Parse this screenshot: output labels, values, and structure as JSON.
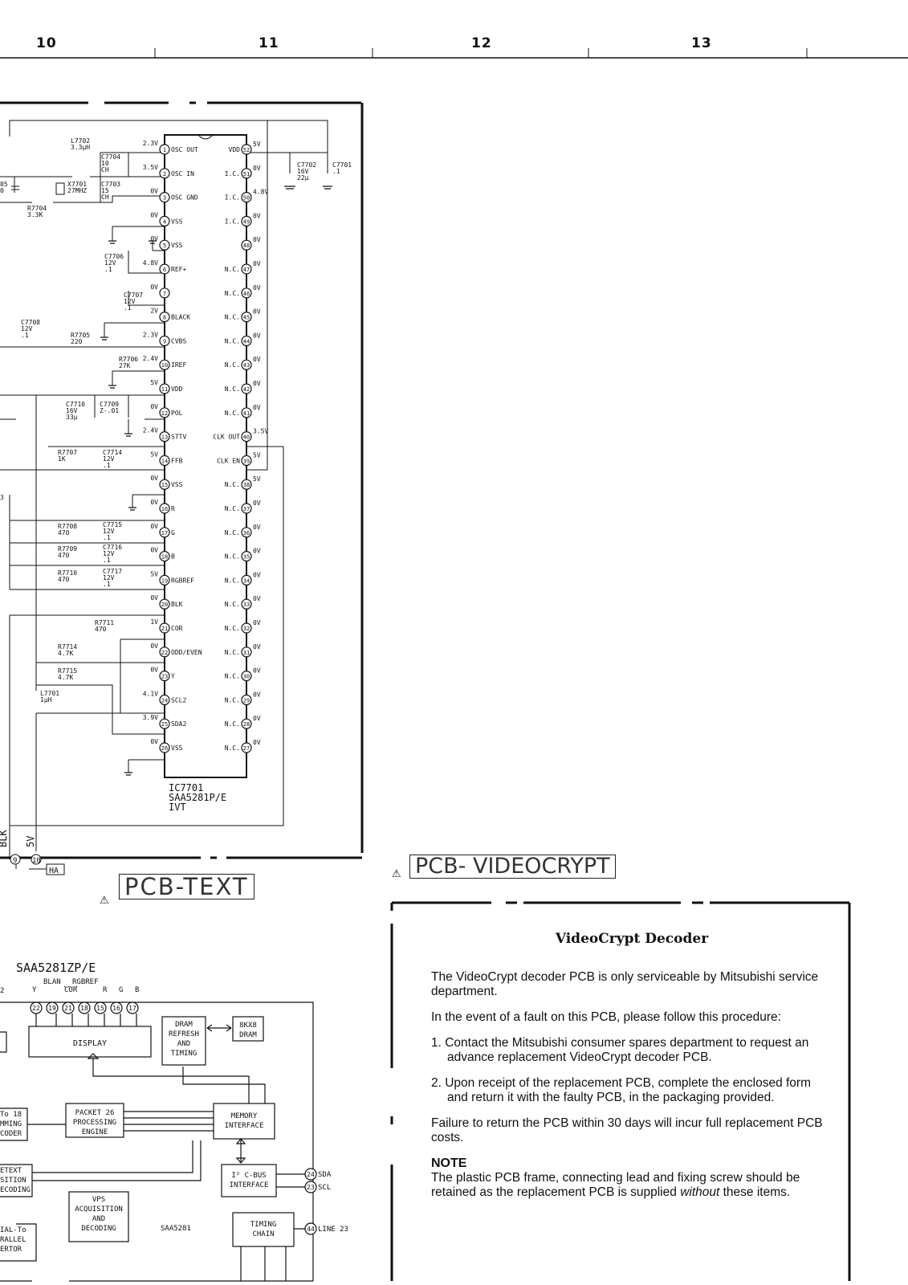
{
  "header": {
    "columns": [
      "10",
      "11",
      "12",
      "13"
    ]
  },
  "schematic": {
    "ic": {
      "ref": "IC7701",
      "part": "SAA5281P/E",
      "suffix": "IVT",
      "left_pins": [
        {
          "num": "1",
          "name": "OSC OUT",
          "v": "2.3V"
        },
        {
          "num": "2",
          "name": "OSC IN",
          "v": "3.5V"
        },
        {
          "num": "3",
          "name": "OSC GND",
          "v": "0V"
        },
        {
          "num": "4",
          "name": "VSS",
          "v": "0V"
        },
        {
          "num": "5",
          "name": "VSS",
          "v": "0V"
        },
        {
          "num": "6",
          "name": "REF+",
          "v": "4.8V"
        },
        {
          "num": "7",
          "name": "",
          "v": "0V"
        },
        {
          "num": "8",
          "name": "BLACK",
          "v": "2V"
        },
        {
          "num": "9",
          "name": "CVBS",
          "v": "2.3V"
        },
        {
          "num": "10",
          "name": "IREF",
          "v": "2.4V"
        },
        {
          "num": "11",
          "name": "VDD",
          "v": "5V"
        },
        {
          "num": "12",
          "name": "POL",
          "v": "0V"
        },
        {
          "num": "13",
          "name": "STTV",
          "v": "2.4V"
        },
        {
          "num": "14",
          "name": "FFB",
          "v": "5V"
        },
        {
          "num": "15",
          "name": "VSS",
          "v": "0V"
        },
        {
          "num": "16",
          "name": "R",
          "v": "0V"
        },
        {
          "num": "17",
          "name": "G",
          "v": "0V"
        },
        {
          "num": "18",
          "name": "B",
          "v": "0V"
        },
        {
          "num": "19",
          "name": "RGBREF",
          "v": "5V"
        },
        {
          "num": "20",
          "name": "BLK",
          "v": "0V"
        },
        {
          "num": "21",
          "name": "COR",
          "v": "1V"
        },
        {
          "num": "22",
          "name": "ODD/EVEN",
          "v": "0V"
        },
        {
          "num": "23",
          "name": "Y",
          "v": "0V"
        },
        {
          "num": "24",
          "name": "SCL2",
          "v": "4.1V"
        },
        {
          "num": "25",
          "name": "SDA2",
          "v": "3.9V"
        },
        {
          "num": "26",
          "name": "VSS",
          "v": "0V"
        }
      ],
      "right_pins": [
        {
          "num": "52",
          "name": "VDD",
          "v": "5V"
        },
        {
          "num": "51",
          "name": "I.C.",
          "v": "0V"
        },
        {
          "num": "50",
          "name": "I.C.",
          "v": "4.8V"
        },
        {
          "num": "49",
          "name": "I.C.",
          "v": "0V"
        },
        {
          "num": "48",
          "name": "",
          "v": "0V"
        },
        {
          "num": "47",
          "name": "N.C.",
          "v": "0V"
        },
        {
          "num": "46",
          "name": "N.C.",
          "v": "0V"
        },
        {
          "num": "45",
          "name": "N.C.",
          "v": "0V"
        },
        {
          "num": "44",
          "name": "N.C.",
          "v": "0V"
        },
        {
          "num": "43",
          "name": "N.C.",
          "v": "0V"
        },
        {
          "num": "42",
          "name": "N.C.",
          "v": "0V"
        },
        {
          "num": "41",
          "name": "N.C.",
          "v": "0V"
        },
        {
          "num": "40",
          "name": "CLK OUT",
          "v": "3.5V"
        },
        {
          "num": "39",
          "name": "CLK EN",
          "v": "5V"
        },
        {
          "num": "38",
          "name": "N.C.",
          "v": "5V"
        },
        {
          "num": "37",
          "name": "N.C.",
          "v": "0V"
        },
        {
          "num": "36",
          "name": "N.C.",
          "v": "0V"
        },
        {
          "num": "35",
          "name": "N.C.",
          "v": "0V"
        },
        {
          "num": "34",
          "name": "N.C.",
          "v": "0V"
        },
        {
          "num": "33",
          "name": "N.C.",
          "v": "0V"
        },
        {
          "num": "32",
          "name": "N.C.",
          "v": "0V"
        },
        {
          "num": "31",
          "name": "N.C.",
          "v": "0V"
        },
        {
          "num": "30",
          "name": "N.C.",
          "v": "0V"
        },
        {
          "num": "29",
          "name": "N.C.",
          "v": "0V"
        },
        {
          "num": "28",
          "name": "N.C.",
          "v": "0V"
        },
        {
          "num": "27",
          "name": "N.C.",
          "v": "0V"
        }
      ]
    },
    "components": {
      "l7702": [
        "L7702",
        "3.3μH"
      ],
      "c7704": [
        "C7704",
        "10",
        "CH"
      ],
      "c7703": [
        "C7703",
        "15",
        "CH"
      ],
      "x7701": [
        "X7701",
        "27MHZ"
      ],
      "r7704": [
        "R7704",
        "3.3K"
      ],
      "c_partial": [
        "05",
        "0"
      ],
      "c7702": [
        "C7702",
        "16V",
        "22μ"
      ],
      "c7701": [
        "C7701",
        ".1"
      ],
      "c7706": [
        "C7706",
        "12V",
        ".1"
      ],
      "c7707": [
        "C7707",
        "12V",
        ".1"
      ],
      "c7708": [
        "C7708",
        "12V",
        ".1"
      ],
      "r7705": [
        "R7705",
        "220"
      ],
      "r7706": [
        "R7706",
        "27K"
      ],
      "c7710": [
        "C7710",
        "16V",
        "33μ"
      ],
      "c7709": [
        "C7709",
        "Z-.01"
      ],
      "r7707": [
        "R7707",
        "1K"
      ],
      "c7714": [
        "C7714",
        "12V",
        ".1"
      ],
      "r7708": [
        "R7708",
        "470"
      ],
      "c7715": [
        "C7715",
        "12V",
        ".1"
      ],
      "r7709": [
        "R7709",
        "470"
      ],
      "c7716": [
        "C7716",
        "12V",
        ".1"
      ],
      "r7710": [
        "R7710",
        "470"
      ],
      "c7717": [
        "C7717",
        "12V",
        ".1"
      ],
      "r7711": [
        "R7711",
        "470"
      ],
      "r7714": [
        "R7714",
        "4.7K"
      ],
      "r7715": [
        "R7715",
        "4.7K"
      ],
      "l7701": [
        "L7701",
        "1μH"
      ],
      "r_partial": "3"
    },
    "connector": {
      "blk": "BLK",
      "v5": "5V",
      "pin9": "9",
      "pin10": "10",
      "ha": "HA"
    }
  },
  "labels": {
    "pcb_text": "PCB-TEXT",
    "pcb_videocrypt": "PCB- VIDEOCRYPT",
    "warning_icon": "⚠"
  },
  "block_diagram": {
    "title": "SAA5281ZP/E",
    "pin_names": [
      "Y",
      "BLAN",
      "COR",
      "RGBREF",
      "R",
      "G",
      "B"
    ],
    "top_pins": [
      "22",
      "19",
      "21",
      "18",
      "15",
      "16",
      "17"
    ],
    "lead_text": "2",
    "blocks": {
      "display": "DISPLAY",
      "dram_refresh": [
        "DRAM",
        "REFRESH",
        "AND",
        "TIMING"
      ],
      "dram": [
        "8KX8",
        "DRAM"
      ],
      "packet26": [
        "PACKET 26",
        "PROCESSING",
        "ENGINE"
      ],
      "memory": [
        "MEMORY",
        "INTERFACE"
      ],
      "i2c": [
        "I² C-BUS",
        "INTERFACE"
      ],
      "vps": [
        "VPS",
        "ACQUISITION",
        "AND",
        "DECODING"
      ],
      "timing": [
        "TIMING",
        "CHAIN"
      ],
      "chip_label": "SAA5281",
      "partial1": [
        "To 18",
        "MMING",
        "CODER"
      ],
      "partial2": [
        "ETEXT",
        "SITION",
        "ECODING"
      ],
      "partial3": [
        "IAL-To",
        "RALLEL",
        "ERTOR"
      ]
    },
    "right_pins": [
      {
        "num": "24",
        "name": "SDA"
      },
      {
        "num": "23",
        "name": "SCL"
      },
      {
        "num": "44",
        "name": "LINE 23"
      }
    ]
  },
  "notice": {
    "title": "VideoCrypt Decoder",
    "p1": "The VideoCrypt decoder PCB is only serviceable by Mitsubishi service department.",
    "p2": "In the event of a fault on this PCB, please follow this procedure:",
    "step1": "1. Contact the Mitsubishi consumer spares department to request an advance replacement VideoCrypt decoder PCB.",
    "step2": "2. Upon receipt of the replacement PCB, complete the enclosed form and return it with the faulty PCB, in the packaging provided.",
    "p3": "Failure to return the PCB within 30 days will incur full replacement PCB costs.",
    "note_heading": "NOTE",
    "note_before": "The plastic PCB frame, connecting lead and fixing screw should be retained as the replacement PCB is supplied ",
    "note_em": "without",
    "note_after": "  these items."
  }
}
